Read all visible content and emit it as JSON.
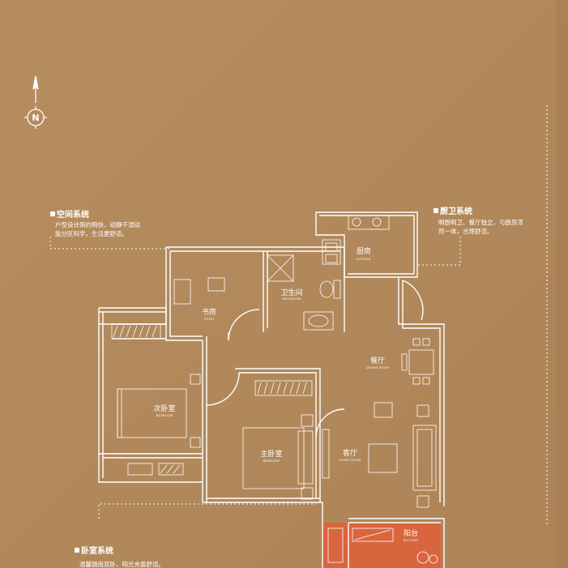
{
  "compass": {
    "letter": "N",
    "icon": "north-compass-icon"
  },
  "notes": {
    "space": {
      "title": "空间系统",
      "lines": [
        "户型设计简约明快，动静干湿动",
        "能分区科学，生活更舒适。"
      ]
    },
    "kitchen_bath": {
      "title": "厨卫系统",
      "lines": [
        "明厨明卫、餐厅独立，与厨房浑",
        "然一体，合理舒适。"
      ]
    },
    "bedroom": {
      "title": "卧室系统",
      "lines": [
        "温馨朝南双卧，阳光充盈舒适。"
      ]
    }
  },
  "rooms": {
    "kitchen": {
      "cn": "厨房",
      "en": "KITCHEN"
    },
    "bathroom": {
      "cn": "卫生间",
      "en": "BATHROOM"
    },
    "study": {
      "cn": "书房",
      "en": "STUDY"
    },
    "dining": {
      "cn": "餐厅",
      "en": "DINING ROOM"
    },
    "second_bedroom": {
      "cn": "次卧室",
      "en": "BEDROOM"
    },
    "master_bedroom": {
      "cn": "主卧室",
      "en": "BEDROOM"
    },
    "living": {
      "cn": "客厅",
      "en": "LIVING ROOM"
    },
    "balcony": {
      "cn": "阳台",
      "en": "BALCONY"
    }
  },
  "colors": {
    "background": "#b38a5c",
    "lines": "#ffffff",
    "balcony_fill": "#d9653f"
  }
}
